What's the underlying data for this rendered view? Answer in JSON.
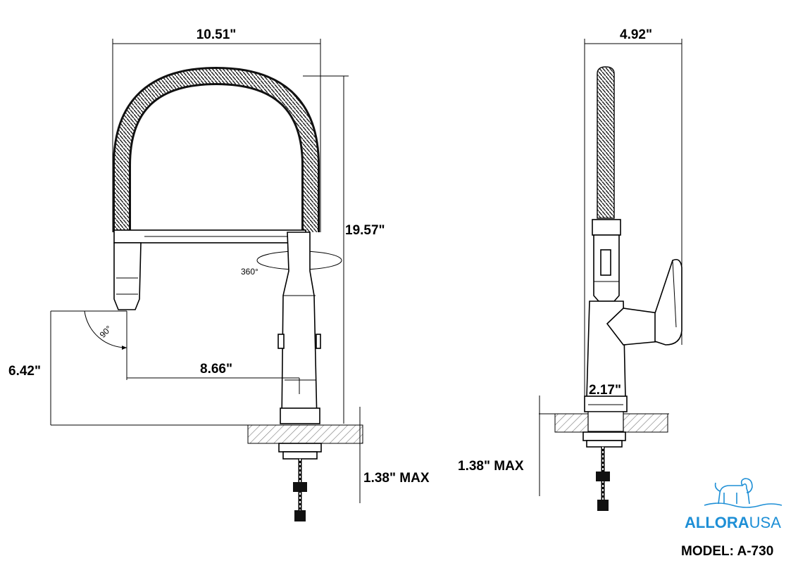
{
  "front_view": {
    "width_label": "10.51\"",
    "height_label": "19.57\"",
    "rotation_label": "360°",
    "angle_label": "90°",
    "height_base_label": "6.42\"",
    "reach_label": "8.66\"",
    "deck_label": "1.38\" MAX"
  },
  "side_view": {
    "width_label": "4.92\"",
    "base_label": "2.17\"",
    "deck_label": "1.38\" MAX"
  },
  "logo": {
    "brand_bold": "ALLORA",
    "brand_light": "USA",
    "brand_color": "#1e8fd6"
  },
  "model_label": "MODEL: A-730"
}
